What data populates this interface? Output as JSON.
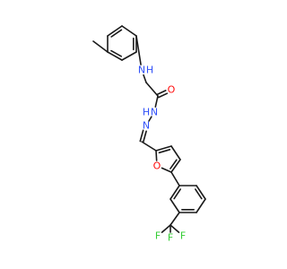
{
  "molecule": {
    "atoms": [
      {
        "id": "C_me",
        "symbol": "C"
      },
      {
        "id": "C1",
        "symbol": "C"
      },
      {
        "id": "C2",
        "symbol": "C"
      },
      {
        "id": "C3",
        "symbol": "C"
      },
      {
        "id": "C4",
        "symbol": "C"
      },
      {
        "id": "C5",
        "symbol": "C"
      },
      {
        "id": "C6",
        "symbol": "C"
      },
      {
        "id": "N_amine",
        "symbol": "N",
        "label": "N",
        "label_h": "H",
        "color": "#3050f8"
      },
      {
        "id": "C_ch2",
        "symbol": "C"
      },
      {
        "id": "C_co",
        "symbol": "C"
      },
      {
        "id": "O_co",
        "symbol": "O",
        "label": "O",
        "color": "#ff0d0d"
      },
      {
        "id": "N_hyd",
        "symbol": "N",
        "label": "N",
        "label_h": "H",
        "color": "#3050f8"
      },
      {
        "id": "N_imine",
        "symbol": "N",
        "label": "N",
        "color": "#3050f8"
      },
      {
        "id": "C_ch",
        "symbol": "C"
      },
      {
        "id": "F2",
        "symbol": "C"
      },
      {
        "id": "F3",
        "symbol": "C"
      },
      {
        "id": "F4",
        "symbol": "C"
      },
      {
        "id": "F5",
        "symbol": "C"
      },
      {
        "id": "O_fur",
        "symbol": "O",
        "label": "O",
        "color": "#ff0d0d"
      },
      {
        "id": "P1",
        "symbol": "C"
      },
      {
        "id": "P2",
        "symbol": "C"
      },
      {
        "id": "P3",
        "symbol": "C"
      },
      {
        "id": "P4",
        "symbol": "C"
      },
      {
        "id": "P5",
        "symbol": "C"
      },
      {
        "id": "P6",
        "symbol": "C"
      },
      {
        "id": "C_cf3",
        "symbol": "C"
      },
      {
        "id": "F_a",
        "symbol": "F",
        "label": "F",
        "color": "#33cc33"
      },
      {
        "id": "F_b",
        "symbol": "F",
        "label": "F",
        "color": "#33cc33"
      },
      {
        "id": "F_c",
        "symbol": "F",
        "label": "F",
        "color": "#33cc33"
      }
    ],
    "bonds": [
      {
        "a": "C_me",
        "b": "C3",
        "order": 1
      },
      {
        "a": "C1",
        "b": "C2",
        "order": 2
      },
      {
        "a": "C2",
        "b": "C3",
        "order": 1
      },
      {
        "a": "C3",
        "b": "C4",
        "order": 2
      },
      {
        "a": "C4",
        "b": "C5",
        "order": 1
      },
      {
        "a": "C5",
        "b": "C6",
        "order": 2
      },
      {
        "a": "C6",
        "b": "C1",
        "order": 1
      },
      {
        "a": "C6",
        "b": "N_amine",
        "order": 1
      },
      {
        "a": "N_amine",
        "b": "C_ch2",
        "order": 1
      },
      {
        "a": "C_ch2",
        "b": "C_co",
        "order": 1
      },
      {
        "a": "C_co",
        "b": "O_co",
        "order": 2
      },
      {
        "a": "C_co",
        "b": "N_hyd",
        "order": 1
      },
      {
        "a": "N_hyd",
        "b": "N_imine",
        "order": 1
      },
      {
        "a": "N_imine",
        "b": "C_ch",
        "order": 2
      },
      {
        "a": "C_ch",
        "b": "F2",
        "order": 1
      },
      {
        "a": "F2",
        "b": "F3",
        "order": 2
      },
      {
        "a": "F3",
        "b": "F4",
        "order": 1
      },
      {
        "a": "F4",
        "b": "F5",
        "order": 2
      },
      {
        "a": "F5",
        "b": "O_fur",
        "order": 1
      },
      {
        "a": "O_fur",
        "b": "F2",
        "order": 1
      },
      {
        "a": "F5",
        "b": "P1",
        "order": 1
      },
      {
        "a": "P1",
        "b": "P2",
        "order": 2
      },
      {
        "a": "P2",
        "b": "P3",
        "order": 1
      },
      {
        "a": "P3",
        "b": "P4",
        "order": 2
      },
      {
        "a": "P4",
        "b": "P5",
        "order": 1
      },
      {
        "a": "P5",
        "b": "P6",
        "order": 2
      },
      {
        "a": "P6",
        "b": "P1",
        "order": 1
      },
      {
        "a": "P3",
        "b": "C_cf3",
        "order": 1
      },
      {
        "a": "C_cf3",
        "b": "F_a",
        "order": 1
      },
      {
        "a": "C_cf3",
        "b": "F_b",
        "order": 1
      },
      {
        "a": "C_cf3",
        "b": "F_c",
        "order": 1
      }
    ]
  }
}
